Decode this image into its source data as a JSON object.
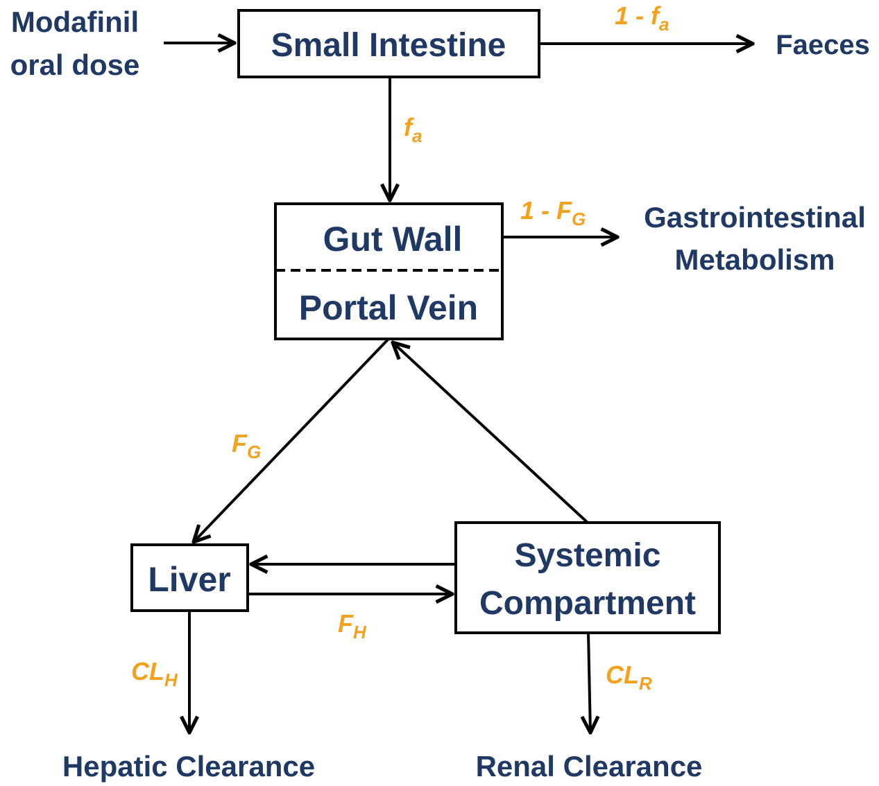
{
  "colors": {
    "node_text": "#1f3864",
    "edge_label": "#f5a11c",
    "line": "#000000"
  },
  "nodes": {
    "modafinil_line1": "Modafinil",
    "modafinil_line2": "oral dose",
    "small_intestine": "Small Intestine",
    "faeces": "Faeces",
    "gut_wall": "Gut Wall",
    "portal_vein": "Portal Vein",
    "gi_metabolism_line1": "Gastrointestinal",
    "gi_metabolism_line2": "Metabolism",
    "liver": "Liver",
    "systemic_line1": "Systemic",
    "systemic_line2": "Compartment",
    "hepatic_clearance": "Hepatic Clearance",
    "renal_clearance": "Renal Clearance"
  },
  "edge_labels": {
    "unabsorbed": {
      "prefix": "1 - ",
      "main": "f",
      "sub": "a"
    },
    "absorbed": {
      "prefix": "",
      "main": "f",
      "sub": "a"
    },
    "gut_metabolism": {
      "prefix": "1 - ",
      "main": "F",
      "sub": "G"
    },
    "gut_to_liver": {
      "prefix": "",
      "main": "F",
      "sub": "G"
    },
    "liver_to_systemic": {
      "prefix": "",
      "main": "F",
      "sub": "H"
    },
    "hepatic": {
      "prefix": "",
      "main": "CL",
      "sub": "H"
    },
    "renal": {
      "prefix": "",
      "main": "CL",
      "sub": "R"
    }
  }
}
